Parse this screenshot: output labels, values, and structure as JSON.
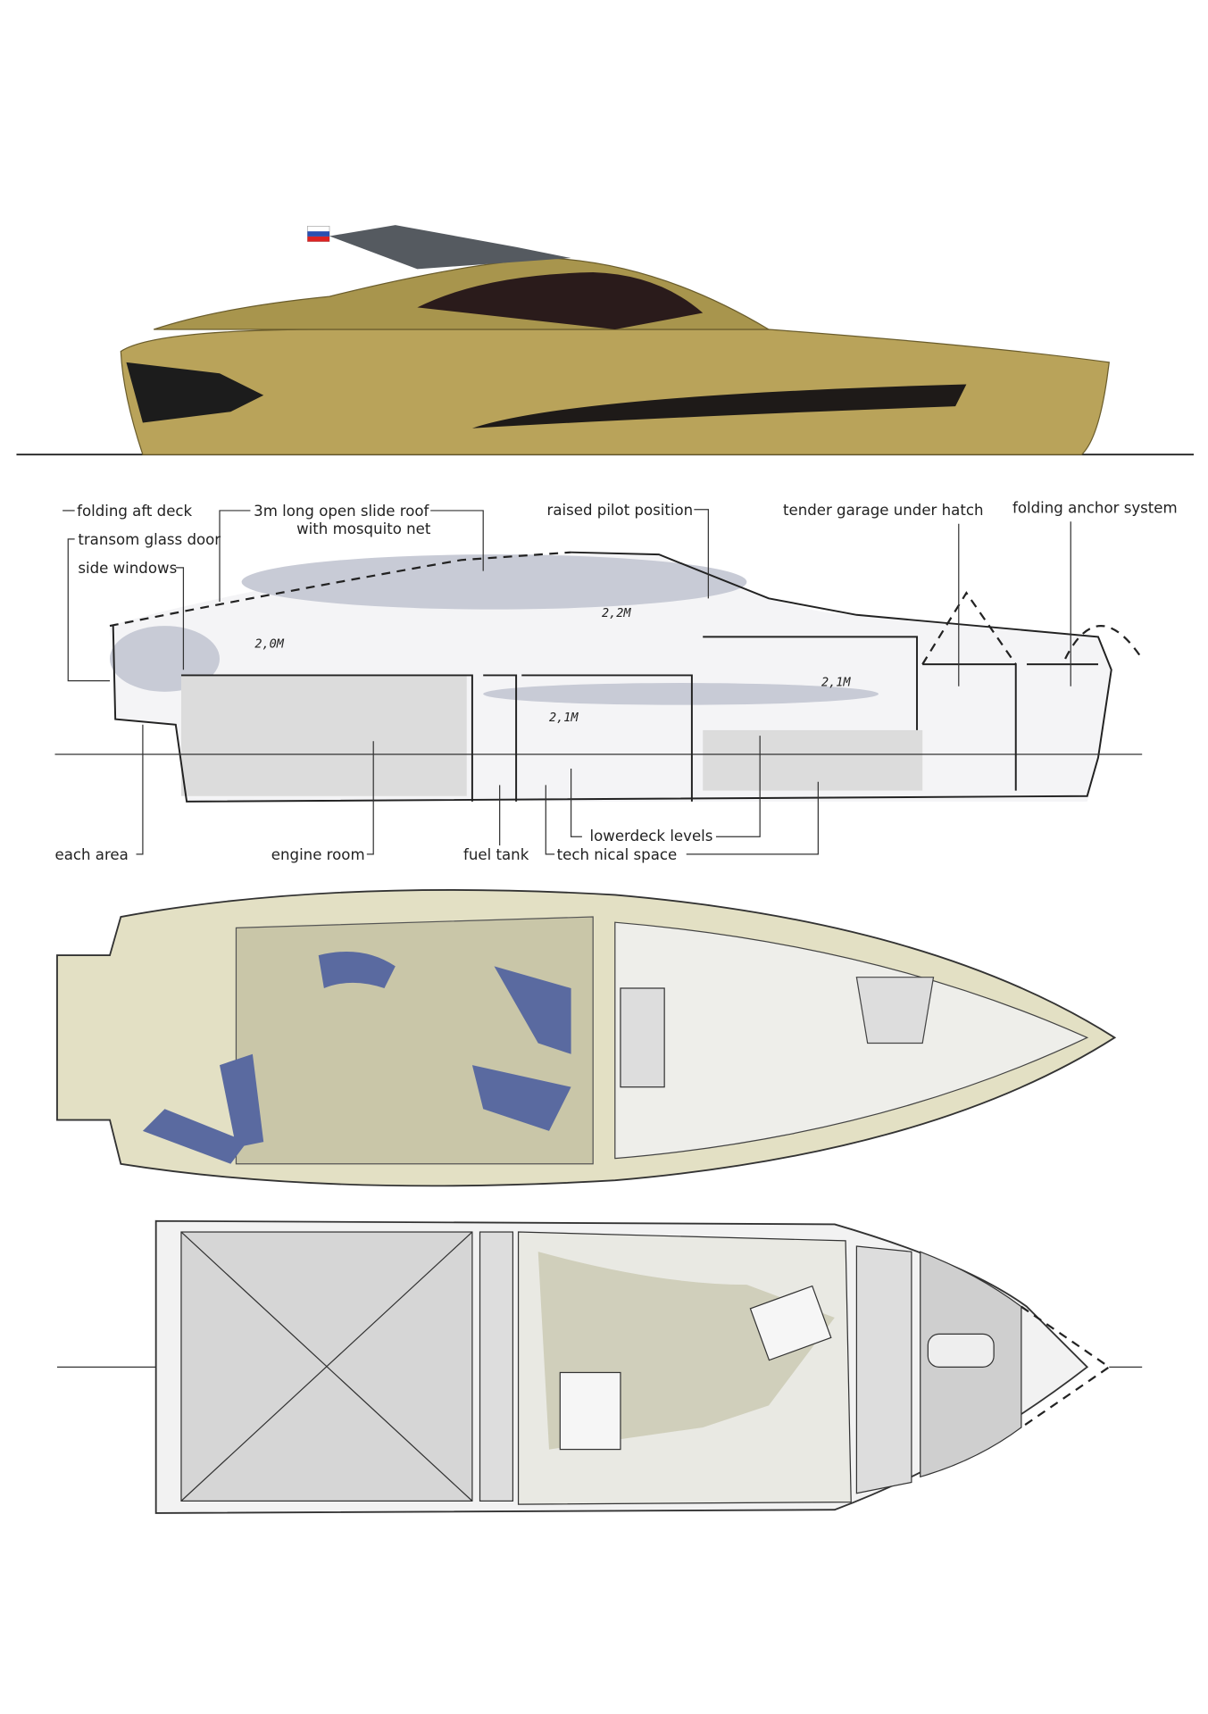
{
  "profile_labels": {
    "folding_aft_deck": "folding aft deck",
    "transom_glass_door": "transom glass door",
    "side_windows": "side windows",
    "slide_roof_line1": "3m long open slide roof",
    "slide_roof_line2": "with mosquito net",
    "raised_pilot_position": "raised pilot position",
    "tender_garage": "tender garage under hatch",
    "folding_anchor": "folding anchor system",
    "beach_area": "each area",
    "engine_room": "engine room",
    "fuel_tank": "fuel tank",
    "lowerdeck_levels": "lowerdeck levels",
    "technical_space": "tech nical space"
  },
  "dimensions": {
    "aft_height": "2,0M",
    "pilot_height": "2,2M",
    "lower_height": "2,1M",
    "fwd_height": "2,1M"
  },
  "colors": {
    "hull_gold": "#b9a35a",
    "deck_wood": "#c9c6a8",
    "upholstery_blue": "#5a6aa0",
    "shade_grey": "#c8cbd6"
  }
}
